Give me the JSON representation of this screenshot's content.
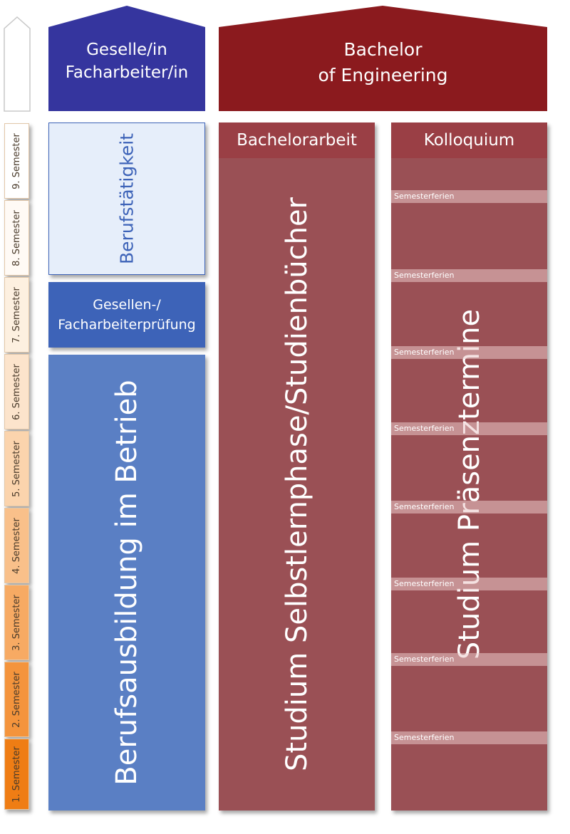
{
  "semesters": [
    {
      "label": "9. Semester",
      "color": "#ffffff"
    },
    {
      "label": "8. Semester",
      "color": "#fffaf5"
    },
    {
      "label": "7. Semester",
      "color": "#fdf0e0"
    },
    {
      "label": "6. Semester",
      "color": "#fce4cc"
    },
    {
      "label": "5. Semester",
      "color": "#fbd4ad"
    },
    {
      "label": "4. Semester",
      "color": "#f9c08a"
    },
    {
      "label": "3. Semester",
      "color": "#f7aa63"
    },
    {
      "label": "2. Semester",
      "color": "#f4943c"
    },
    {
      "label": "1. Semester",
      "color": "#ef7d14"
    }
  ],
  "left_column": {
    "roof_line1": "Geselle/in",
    "roof_line2": "Facharbeiter/in",
    "berufstaetigkeit": "Berufstätigkeit",
    "pruefung_line1": "Gesellen-/",
    "pruefung_line2": "Facharbeiterprüfung",
    "ausbildung": "Berufsausbildung im Betrieb"
  },
  "right_block": {
    "roof_line1": "Bachelor",
    "roof_line2": "of Engineering",
    "bachelorarbeit": "Bachelorarbeit",
    "kolloquium": "Kolloquium",
    "selbstlern": "Studium Selbstlernphase/Studienbücher",
    "praesenz": "Studium Präsenztermine"
  },
  "semesterferien": [
    "Semesterferien",
    "Semesterferien",
    "Semesterferien",
    "Semesterferien",
    "Semesterferien",
    "Semesterferien",
    "Semesterferien",
    "Semesterferien"
  ],
  "colors": {
    "navy": "#35359e",
    "light_blue": "#e6eefa",
    "mid_blue": "#3d63b8",
    "blue": "#5a7fc4",
    "dark_red": "#8b1a1e",
    "muted_red": "#9a5055",
    "header_red": "#9a3f45"
  }
}
